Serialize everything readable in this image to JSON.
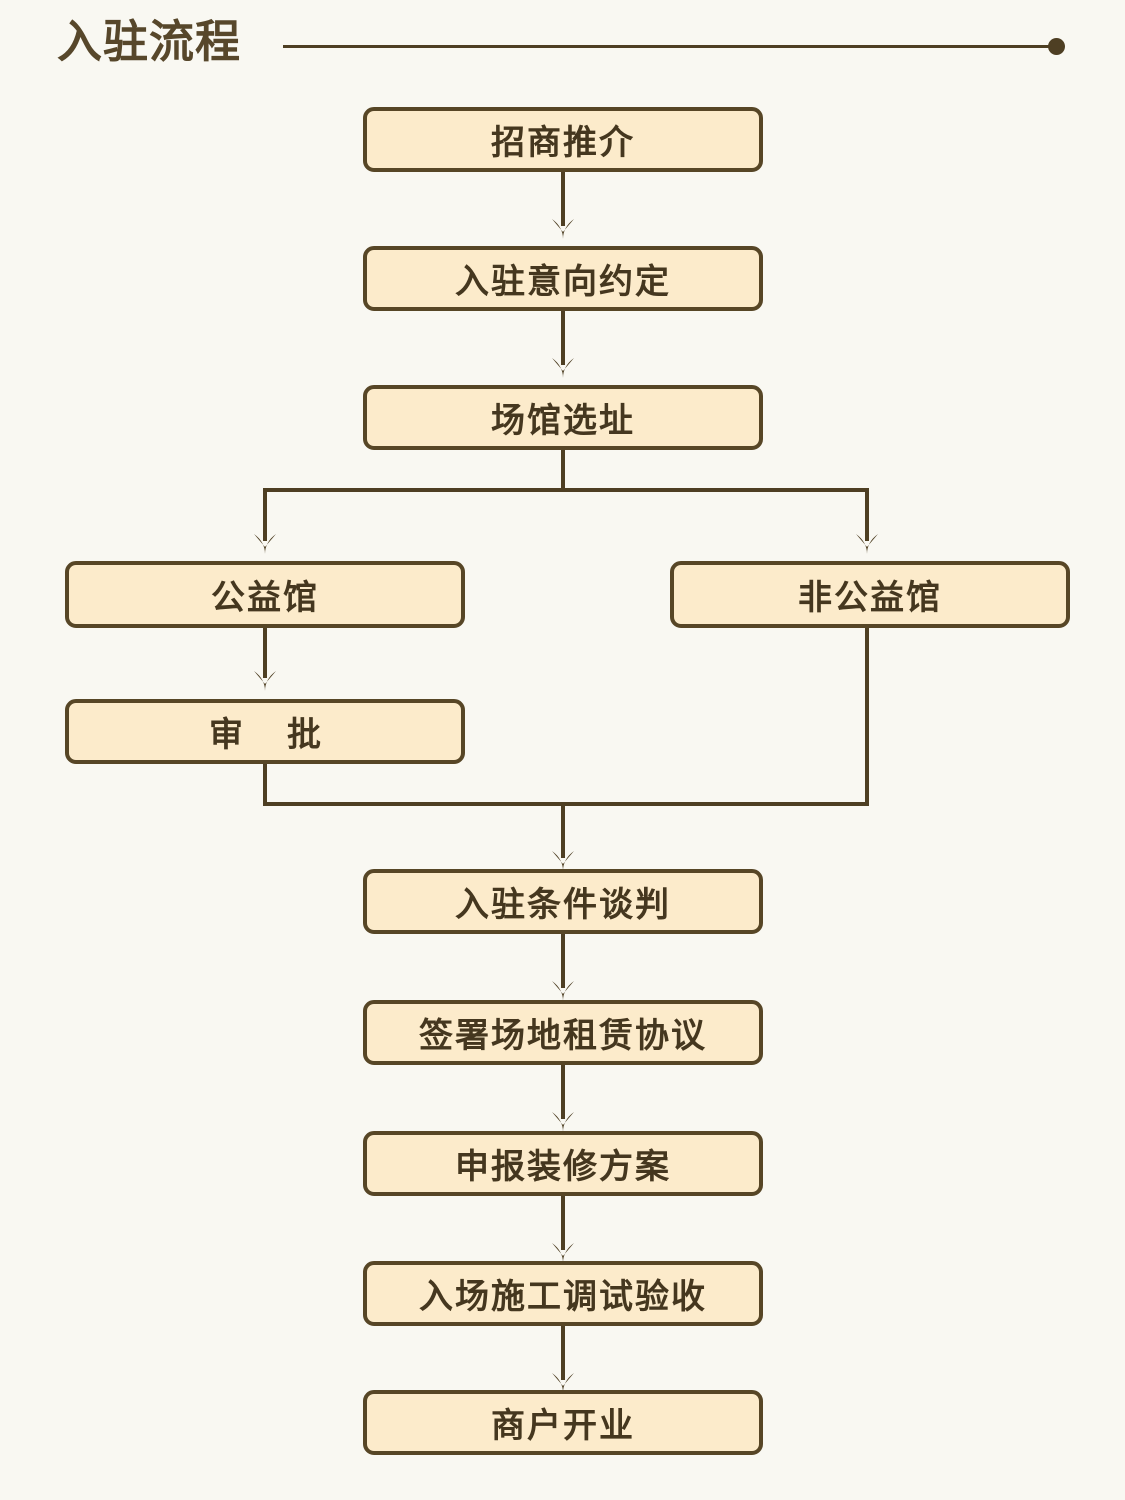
{
  "header": {
    "title": "入驻流程",
    "rule_end_dot": "dot"
  },
  "colors": {
    "background": "#F9F8F2",
    "node_fill": "#FCEBCB",
    "node_border": "#574626",
    "text": "#45371F",
    "title_text": "#57472B",
    "connector": "#4E3F23"
  },
  "flow": {
    "type": "flowchart",
    "orientation": "top-to-bottom",
    "nodes": [
      {
        "id": "n1",
        "label": "招商推介"
      },
      {
        "id": "n2",
        "label": "入驻意向约定"
      },
      {
        "id": "n3",
        "label": "场馆选址"
      },
      {
        "id": "n4",
        "label": "公益馆"
      },
      {
        "id": "n5",
        "label": "非公益馆"
      },
      {
        "id": "n6",
        "label": "审批"
      },
      {
        "id": "n7",
        "label": "入驻条件谈判"
      },
      {
        "id": "n8",
        "label": "签署场地租赁协议"
      },
      {
        "id": "n9",
        "label": "申报装修方案"
      },
      {
        "id": "n10",
        "label": "入场施工调试验收"
      },
      {
        "id": "n11",
        "label": "商户开业"
      }
    ],
    "edges": [
      {
        "from": "n1",
        "to": "n2"
      },
      {
        "from": "n2",
        "to": "n3"
      },
      {
        "from": "n3",
        "to": "n4"
      },
      {
        "from": "n3",
        "to": "n5"
      },
      {
        "from": "n4",
        "to": "n6"
      },
      {
        "from": "n6",
        "to": "n7"
      },
      {
        "from": "n5",
        "to": "n7"
      },
      {
        "from": "n7",
        "to": "n8"
      },
      {
        "from": "n8",
        "to": "n9"
      },
      {
        "from": "n9",
        "to": "n10"
      },
      {
        "from": "n10",
        "to": "n11"
      }
    ]
  }
}
